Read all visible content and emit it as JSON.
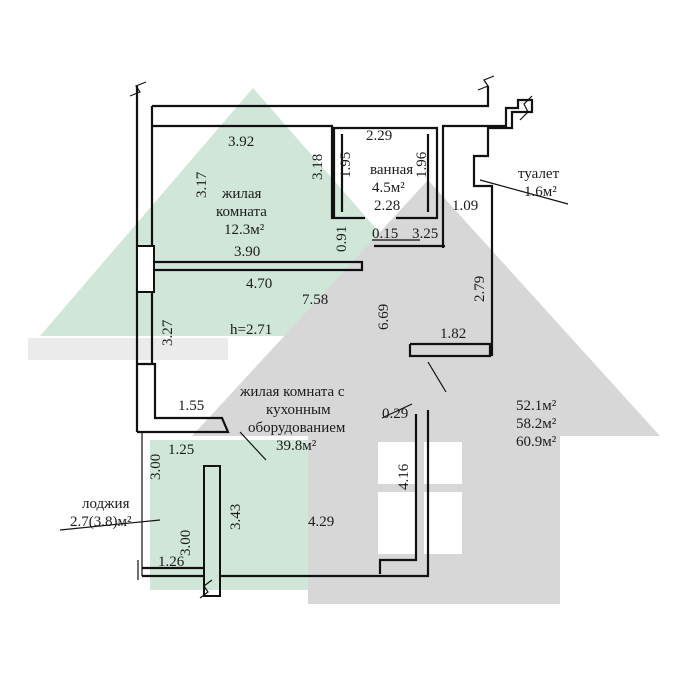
{
  "colors": {
    "green": "#cfe6d9",
    "gray": "#d7d7d7",
    "window": "#ffffff"
  },
  "rooms": {
    "living1": {
      "name_line1": "жилая",
      "name_line2": "комната",
      "area": "12.3м²"
    },
    "bath": {
      "name": "ванная",
      "area": "4.5м²"
    },
    "toilet": {
      "name": "туалет",
      "area": "1.6м²"
    },
    "living2": {
      "name_line1": "жилая комната с",
      "name_line2": "кухонным",
      "name_line3": "оборудованием",
      "area": "39.8м²"
    },
    "loggia": {
      "name": "лоджия",
      "area": "2.7(3.8)м²"
    }
  },
  "ceiling_height": "h=2.71",
  "totals": [
    "52.1м²",
    "58.2м²",
    "60.9м²"
  ],
  "dims": {
    "d392": "3.92",
    "d229": "2.29",
    "d317": "3.17",
    "d318": "3.18",
    "d195": "1.95",
    "d196": "1.96",
    "d228": "2.28",
    "d109": "1.09",
    "d091": "0.91",
    "d015": "0.15",
    "d325": "3.25",
    "d390": "3.90",
    "d470": "4.70",
    "d758": "7.58",
    "d669": "6.69",
    "d279": "2.79",
    "d327": "3.27",
    "d182": "1.82",
    "d155": "1.55",
    "d029": "0.29",
    "d125": "1.25",
    "d300a": "3.00",
    "d416": "4.16",
    "d343": "3.43",
    "d429": "4.29",
    "d300b": "3.00",
    "d126": "1.26"
  }
}
